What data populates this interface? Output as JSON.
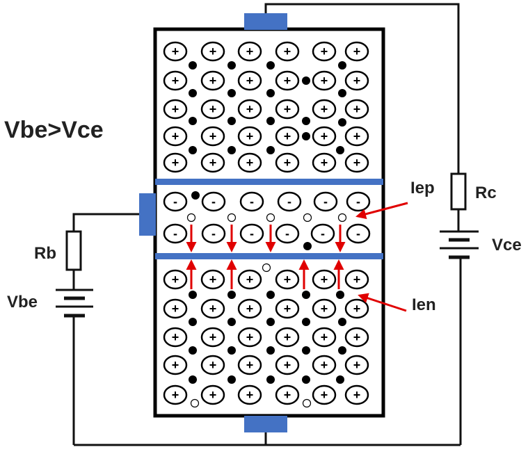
{
  "condition_label": "Vbe>Vce",
  "labels": {
    "rb": "Rb",
    "vbe": "Vbe",
    "rc": "Rc",
    "vce": "Vce",
    "iep": "Iep",
    "ien": "Ien"
  },
  "symbols": {
    "positive": "+",
    "negative": "-"
  },
  "colors": {
    "electrode": "#4472c4",
    "current_arrow": "#e00000",
    "outline": "#000000",
    "wire": "#111111"
  }
}
